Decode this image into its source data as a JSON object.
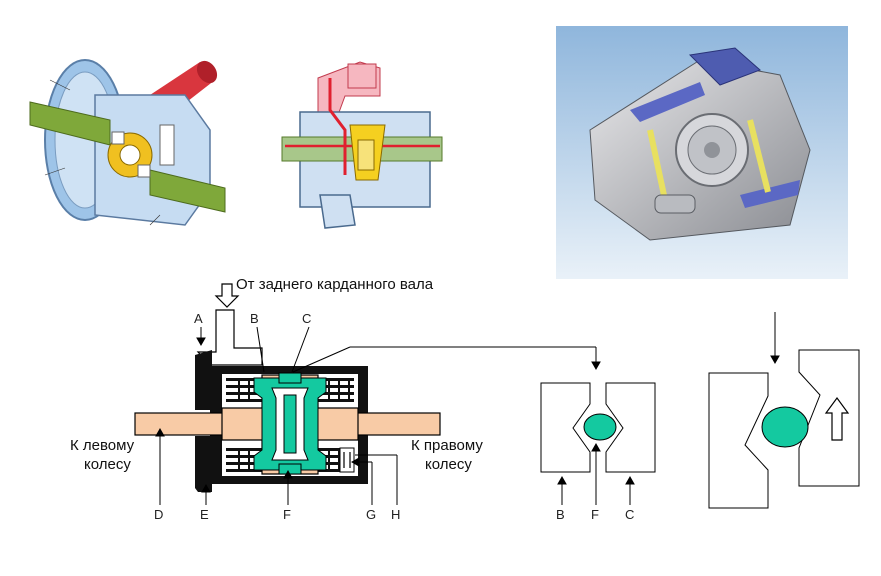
{
  "top_label": "От заднего карданного вала",
  "left_label": [
    "К левому",
    "колесу"
  ],
  "right_label": [
    "К правому",
    "колесу"
  ],
  "letters_top": [
    "A",
    "B",
    "C"
  ],
  "letters_bottom": [
    "D",
    "E",
    "F",
    "G",
    "H"
  ],
  "detail_letters": [
    "B",
    "F",
    "C"
  ],
  "colors": {
    "shaft": "#f8cba6",
    "green": "#14c9a0",
    "black": "#111111",
    "photo_bg": "#b8d4ec"
  }
}
